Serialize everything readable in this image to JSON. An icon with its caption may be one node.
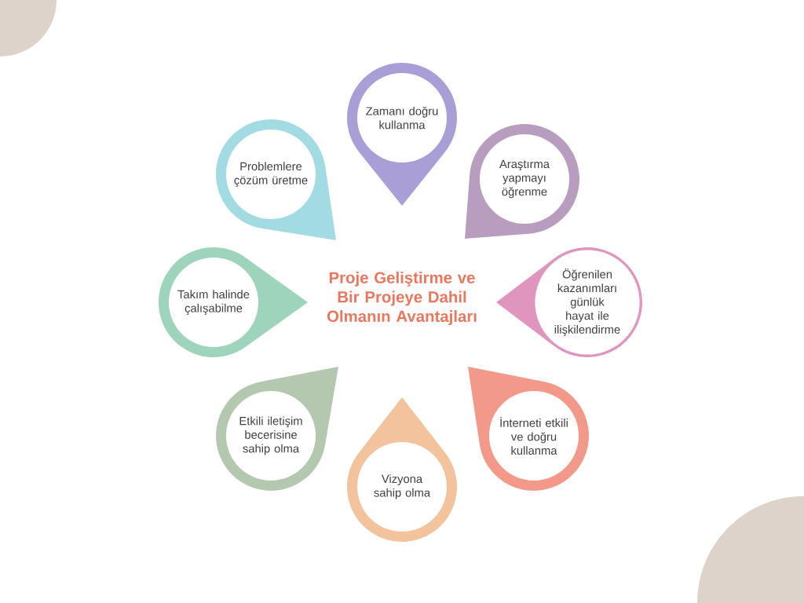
{
  "diagram": {
    "title": "Proje Geliştirme ve Bir Projeye Dahil Olmanın Avantajları",
    "nodes": [
      {
        "text": [
          "Zamanı doğru kullanma"
        ]
      },
      {
        "text": [
          "Araştırma yapmayı öğrenme"
        ]
      },
      {
        "text": [
          "Öğrenilen kazanımları günlük hayat ile ilişkilendirme"
        ]
      },
      {
        "text": [
          "İnterneti etkili ve doğru kullanma"
        ]
      },
      {
        "text": [
          "Vizyona sahip olma"
        ]
      },
      {
        "text": [
          "Etkili iletişim becerisine sahip olma"
        ]
      },
      {
        "text": [
          "Takım halinde çalışabilme"
        ]
      },
      {
        "text": [
          "Problemlere çözüm üretme"
        ]
      }
    ]
  }
}
